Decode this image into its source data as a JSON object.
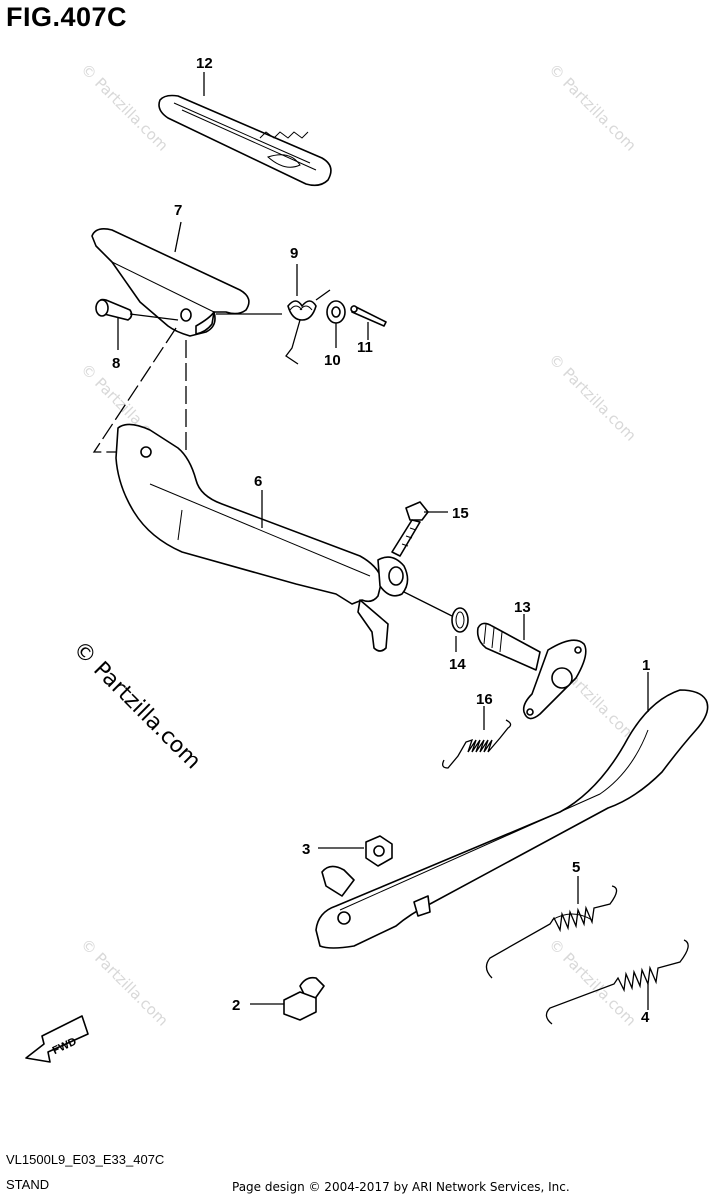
{
  "figure_title": "FIG.407C",
  "drawing_code": "VL1500L9_E03_E33_407C",
  "section_name": "STAND",
  "credit": "Page design © 2004-2017 by ARI Network Services, Inc.",
  "watermark": "© Partzilla.com",
  "fwd_label": "FWD",
  "callouts": [
    "1",
    "2",
    "3",
    "4",
    "5",
    "6",
    "7",
    "8",
    "9",
    "10",
    "11",
    "12",
    "13",
    "14",
    "15",
    "16"
  ]
}
